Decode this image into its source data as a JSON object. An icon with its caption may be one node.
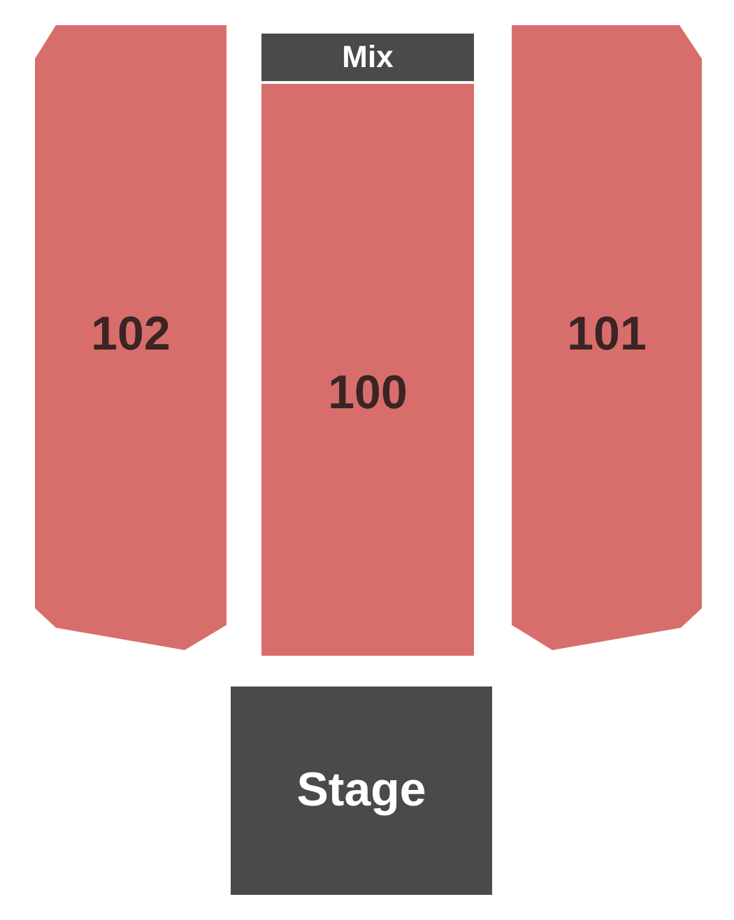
{
  "diagram": {
    "nodes": [
      {
        "text": [
          "102"
        ]
      },
      {
        "text": [
          "Mix"
        ]
      },
      {
        "text": [
          "100"
        ]
      },
      {
        "text": [
          "101"
        ]
      },
      {
        "text": [
          "Stage"
        ]
      }
    ]
  }
}
